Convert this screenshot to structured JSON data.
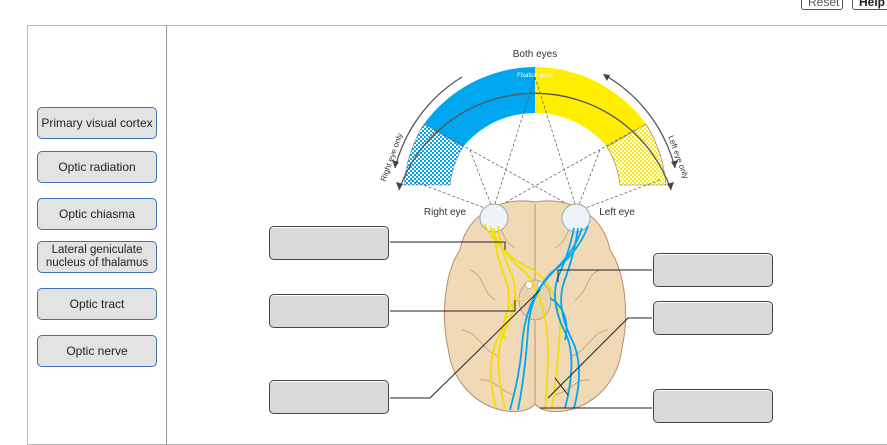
{
  "toolbar": {
    "reset_label": "Reset",
    "help_label": "Help"
  },
  "labels": [
    "Primary visual cortex",
    "Optic radiation",
    "Optic chiasma",
    "Lateral geniculate nucleus of thalamus",
    "Optic tract",
    "Optic nerve"
  ],
  "diagram": {
    "both_eyes": "Both eyes",
    "fixation_point": "Fixation point",
    "right_eye_only": "Right eye only",
    "left_eye_only": "Left eye only",
    "right_eye": "Right eye",
    "left_eye": "Left eye"
  },
  "colors": {
    "left_field": "#00a6f0",
    "right_field": "#ffee00",
    "card_border": "#3f6fb5"
  }
}
